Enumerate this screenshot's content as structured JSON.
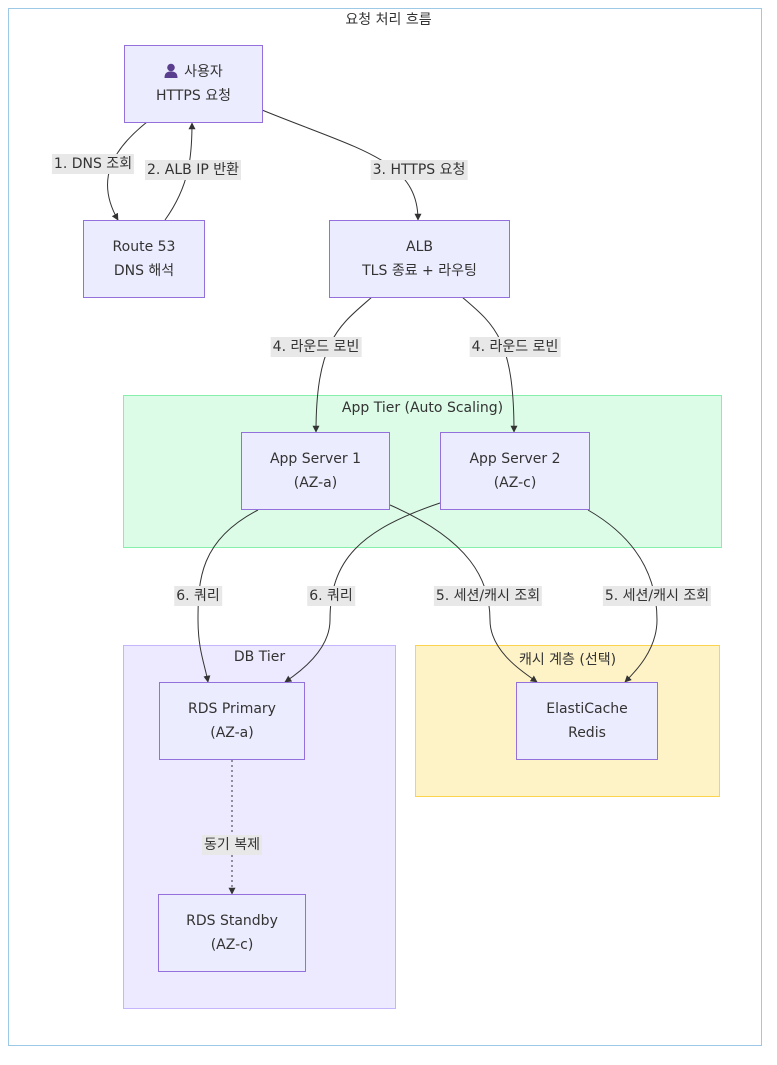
{
  "diagram": {
    "title": "요청 처리 흐름",
    "clusters": {
      "app": "App Tier (Auto Scaling)",
      "db": "DB Tier",
      "cache": "캐시 계층 (선택)"
    },
    "nodes": {
      "user": [
        "사용자",
        "HTTPS 요청"
      ],
      "route53": [
        "Route 53",
        "DNS 해석"
      ],
      "alb": [
        "ALB",
        "TLS 종료 + 라우팅"
      ],
      "app1": [
        "App Server 1",
        "(AZ-a)"
      ],
      "app2": [
        "App Server 2",
        "(AZ-c)"
      ],
      "rds_primary": [
        "RDS Primary",
        "(AZ-a)"
      ],
      "rds_standby": [
        "RDS Standby",
        "(AZ-c)"
      ],
      "cache": [
        "ElastiCache",
        "Redis"
      ]
    },
    "edges": {
      "dns_lookup": "1. DNS 조회",
      "alb_ip": "2. ALB IP 반환",
      "https": "3. HTTPS 요청",
      "rr1": "4. 라운드 로빈",
      "rr2": "4. 라운드 로빈",
      "q1": "6. 쿼리",
      "q2": "6. 쿼리",
      "sess1": "5. 세션/캐시 조회",
      "sess2": "5. 세션/캐시 조회",
      "sync": "동기 복제"
    },
    "colors": {
      "node_fill": "#ECECFF",
      "node_border": "#9370DB",
      "app_cluster": "#dcfce7",
      "db_cluster": "#ede9fe",
      "cache_cluster": "#fef3c7",
      "edge": "#333333"
    },
    "icons": {
      "user": "user-icon"
    }
  }
}
